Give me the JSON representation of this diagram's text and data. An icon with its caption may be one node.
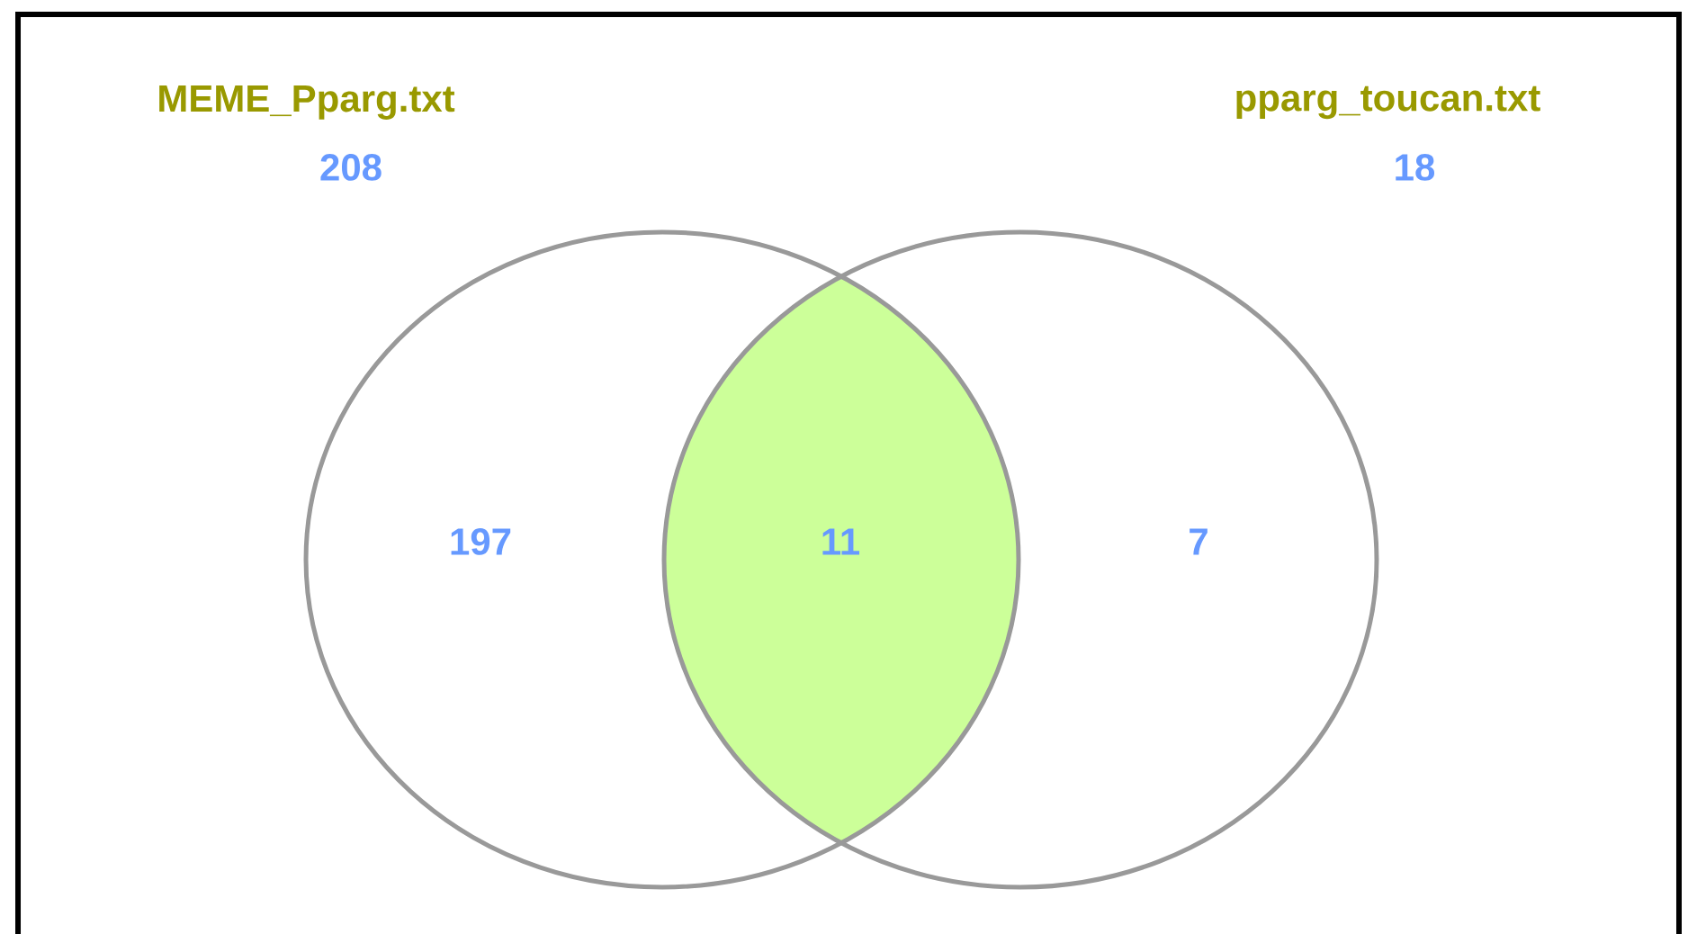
{
  "diagram": {
    "nodes": [
      {
        "text": [
          "197"
        ],
        "beside": [
          "MEME_Pparg.txt",
          "208"
        ]
      },
      {
        "text": [
          "11"
        ]
      },
      {
        "text": [
          "7"
        ],
        "beside": [
          "pparg_toucan.txt",
          "18"
        ]
      }
    ]
  }
}
